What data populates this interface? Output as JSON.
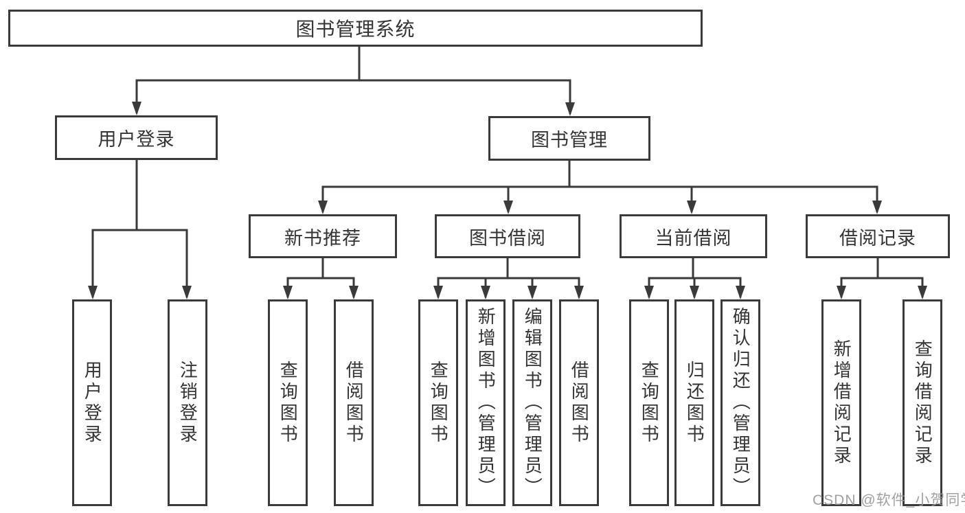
{
  "diagram": {
    "type": "hierarchy-tree",
    "root": "图书管理系统",
    "branches": [
      {
        "label": "用户登录",
        "children": [
          "用户登录",
          "注销登录"
        ]
      },
      {
        "label": "图书管理",
        "groups": [
          {
            "label": "新书推荐",
            "children": [
              "查询图书",
              "借阅图书"
            ]
          },
          {
            "label": "图书借阅",
            "children": [
              "查询图书",
              "新增图书（管理员）",
              "编辑图书（管理员）",
              "借阅图书"
            ]
          },
          {
            "label": "当前借阅",
            "children": [
              "查询图书",
              "归还图书",
              "确认归还（管理员）"
            ]
          },
          {
            "label": "借阅记录",
            "children": [
              "新增借阅记录",
              "查询借阅记录"
            ]
          }
        ]
      }
    ],
    "colors": {
      "line": "#3a3a3a",
      "text": "#333333",
      "background": "#ffffff",
      "watermark": "#a8a8a8"
    },
    "watermark": "CSDN @软件_小贺同学"
  }
}
